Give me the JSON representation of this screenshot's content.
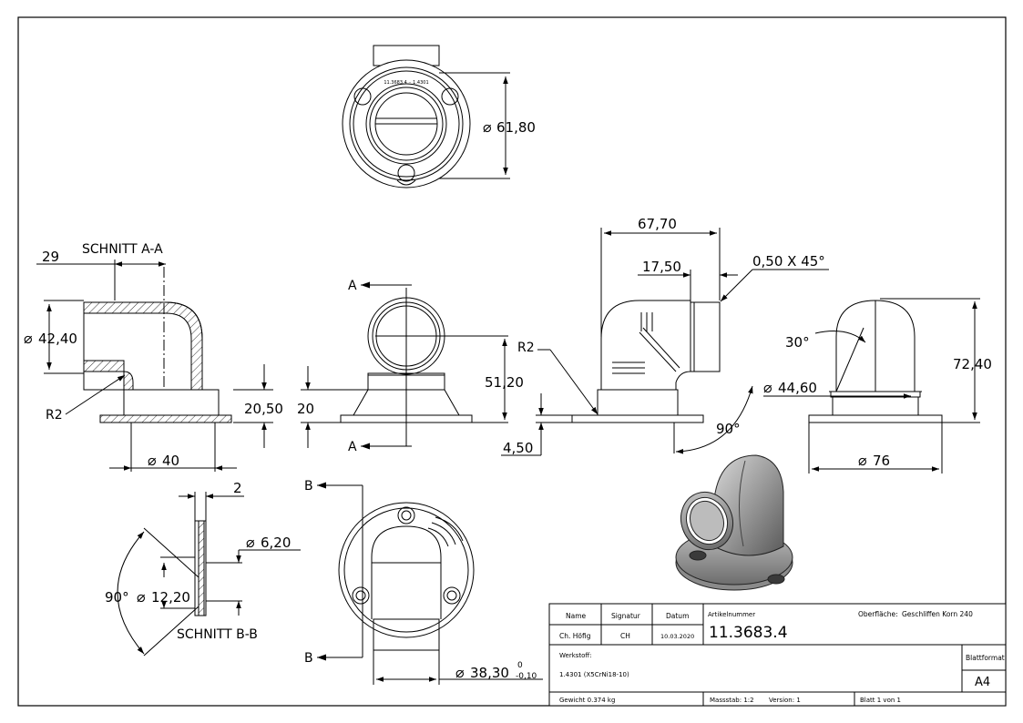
{
  "views": {
    "top": {
      "dim_diameter": "61,80"
    },
    "section_aa": {
      "title": "SCHNITT A-A",
      "dim_29": "29",
      "dim_d4240": "42,40",
      "dim_r2": "R2",
      "dim_2050": "20,50",
      "dim_20": "20",
      "dim_d40": "40"
    },
    "front": {
      "label_a_top": "A",
      "label_a_bottom": "A",
      "dim_5120": "51,20",
      "dim_450": "4,50"
    },
    "side": {
      "dim_6770": "67,70",
      "dim_1750": "17,50",
      "dim_chamfer": "0,50 X 45°",
      "dim_r2": "R2",
      "dim_90": "90°",
      "dim_d4460": "44,60"
    },
    "right": {
      "dim_30": "30°",
      "dim_7240": "72,40",
      "dim_d76": "76"
    },
    "section_bb": {
      "title": "SCHNITT B-B",
      "dim_2": "2",
      "dim_d620": "6,20",
      "dim_90": "90°",
      "dim_d1220": "12,20"
    },
    "bottom": {
      "label_b_top": "B",
      "label_b_bottom": "B",
      "dim_d3830": "38,30",
      "tol_upper": "0",
      "tol_lower": "-0,10"
    }
  },
  "title_block": {
    "h_name": "Name",
    "h_signatur": "Signatur",
    "h_datum": "Datum",
    "name": "Ch. Höfig",
    "signatur": "CH",
    "datum": "10.03.2020",
    "artikel_label": "Artikelnummer",
    "artikel": "11.3683.4",
    "oberflaeche_label": "Oberfläche:",
    "oberflaeche": "Geschliffen Korn 240",
    "werkstoff_label": "Werkstoff:",
    "werkstoff": "1.4301 (X5CrNi18-10)",
    "blattformat_label": "Blattformat",
    "blattformat": "A4",
    "gewicht": "Gewicht 0.374 kg",
    "massstab": "Massstab: 1:2",
    "version": "Version: 1",
    "blatt": "Blatt 1 von 1"
  }
}
